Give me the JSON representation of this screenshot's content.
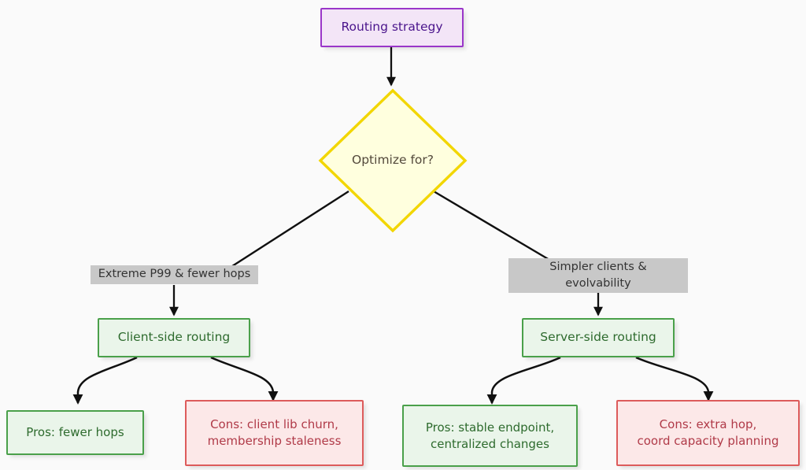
{
  "diagram": {
    "title": "Routing strategy decision flowchart",
    "type": "flowchart",
    "direction": "top-down",
    "background": "#fafafa",
    "palette": {
      "purple_border": "#9a36c9",
      "purple_fill": "#f3e5f7",
      "purple_text": "#4a148c",
      "yellow_border": "#f2d600",
      "yellow_fill": "#ffffde",
      "yellow_text": "#53493b",
      "green_border": "#4aa04a",
      "green_fill": "#eaf5ea",
      "green_text": "#2e6b2e",
      "red_border": "#dd5b5b",
      "red_fill": "#fce8e8",
      "red_text": "#b03a48",
      "label_bg": "#c8c8c8",
      "label_text": "#333333",
      "edge_stroke": "#101010"
    }
  },
  "nodes": {
    "root": {
      "label": "Routing strategy",
      "shape": "rect",
      "style": "purple"
    },
    "decision": {
      "label": "Optimize for?",
      "shape": "diamond",
      "style": "yellow"
    },
    "client_routing": {
      "label": "Client-side routing",
      "shape": "rect",
      "style": "green"
    },
    "server_routing": {
      "label": "Server-side routing",
      "shape": "rect",
      "style": "green"
    },
    "client_pros": {
      "label": "Pros: fewer hops",
      "shape": "rect",
      "style": "green"
    },
    "client_cons": {
      "label": "Cons: client lib churn,\nmembership staleness",
      "shape": "rect",
      "style": "red"
    },
    "server_pros": {
      "label": "Pros: stable endpoint,\ncentralized changes",
      "shape": "rect",
      "style": "green"
    },
    "server_cons": {
      "label": "Cons: extra hop,\ncoord capacity planning",
      "shape": "rect",
      "style": "red"
    }
  },
  "edge_labels": {
    "left_branch": "Extreme P99 & fewer hops",
    "right_branch": "Simpler clients &\nevolvability"
  },
  "edges": [
    {
      "from": "root",
      "to": "decision",
      "label": ""
    },
    {
      "from": "decision",
      "to": "client_routing",
      "label": "Extreme P99 & fewer hops"
    },
    {
      "from": "decision",
      "to": "server_routing",
      "label": "Simpler clients & evolvability"
    },
    {
      "from": "client_routing",
      "to": "client_pros",
      "label": ""
    },
    {
      "from": "client_routing",
      "to": "client_cons",
      "label": ""
    },
    {
      "from": "server_routing",
      "to": "server_pros",
      "label": ""
    },
    {
      "from": "server_routing",
      "to": "server_cons",
      "label": ""
    }
  ]
}
